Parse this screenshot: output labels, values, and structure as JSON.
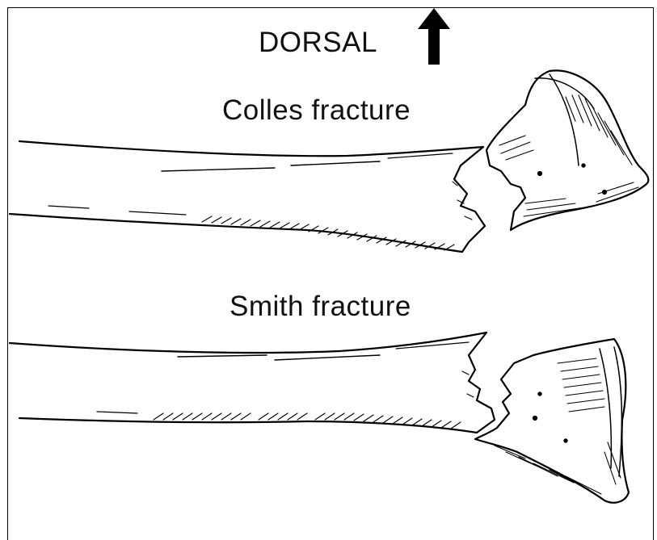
{
  "figure": {
    "orientation_label": "DORSAL",
    "panels": [
      {
        "label": "Colles fracture"
      },
      {
        "label": "Smith fracture"
      }
    ]
  }
}
